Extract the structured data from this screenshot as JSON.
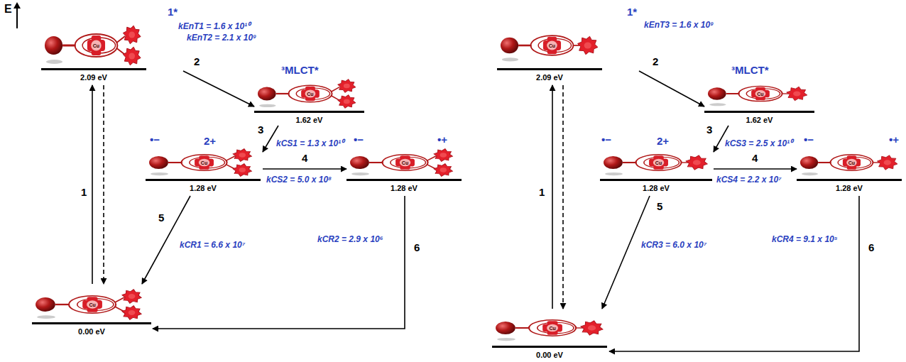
{
  "diagram": {
    "nodes": [
      {
        "text": [
          "1*",
          "2.09 eV"
        ]
      },
      {
        "text": [
          "³MLCT*",
          "1.62 eV"
        ]
      },
      {
        "text": [
          "•−",
          "2+",
          "1.28 eV"
        ]
      },
      {
        "text": [
          "•−",
          "•+",
          "1.28 eV"
        ]
      },
      {
        "text": [
          "0.00 eV"
        ]
      },
      {
        "text": [
          "1*",
          "2.09 eV"
        ]
      },
      {
        "text": [
          "³MLCT*",
          "1.62 eV"
        ]
      },
      {
        "text": [
          "•−",
          "2+",
          "1.28 eV"
        ]
      },
      {
        "text": [
          "•−",
          "•+",
          "1.28 eV"
        ]
      },
      {
        "text": [
          "0.00 eV"
        ]
      }
    ],
    "edges": [
      {
        "from": 4,
        "to": 0,
        "arrow": "to"
      },
      {
        "from": 0,
        "to": 4,
        "arrow": "to"
      },
      {
        "from": 0,
        "to": 1,
        "arrow": "to",
        "label": "kEnT1 = 1.6 x 10¹⁰"
      },
      {
        "from": 1,
        "to": 2,
        "arrow": "to",
        "label": "kCS1 = 1.3 x 10¹⁰"
      },
      {
        "from": 2,
        "to": 3,
        "arrow": "to",
        "label": "kCS2 = 5.0 x 10⁸"
      },
      {
        "from": 2,
        "to": 4,
        "arrow": "to",
        "label": "kCR1 = 6.6 x 10⁷"
      },
      {
        "from": 3,
        "to": 4,
        "arrow": "to",
        "label": "kCR2 = 2.9 x 10⁶"
      },
      {
        "from": 9,
        "to": 5,
        "arrow": "to"
      },
      {
        "from": 5,
        "to": 9,
        "arrow": "to"
      },
      {
        "from": 5,
        "to": 6,
        "arrow": "to",
        "label": "kEnT3 = 1.6 x 10⁹"
      },
      {
        "from": 6,
        "to": 7,
        "arrow": "to",
        "label": "kCS3 = 2.5 x 10¹⁰"
      },
      {
        "from": 7,
        "to": 8,
        "arrow": "to",
        "label": "kCS4 = 2.2 x 10⁷"
      },
      {
        "from": 7,
        "to": 9,
        "arrow": "to",
        "label": "kCR3 = 6.0 x 10⁷"
      },
      {
        "from": 8,
        "to": 9,
        "arrow": "to",
        "label": "kCR4 = 9.1 x 10⁵"
      }
    ],
    "labels": [
      "E",
      "kEnT2 = 2.1 x 10⁹",
      "1",
      "2",
      "3",
      "4",
      "5",
      "6",
      "1",
      "2",
      "3",
      "4",
      "5",
      "6",
      "Cu",
      "Cu",
      "Cu",
      "Cu",
      "Cu",
      "Cu",
      "Cu",
      "Cu",
      "Cu",
      "Cu"
    ]
  }
}
